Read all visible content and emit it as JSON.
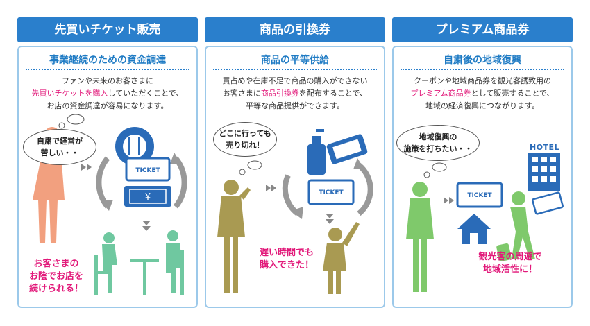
{
  "col1": {
    "header": "先買いチケット販売",
    "subtitle": "事業継続のための資金調達",
    "desc1": "ファンや未来のお客さまに",
    "desc2": "先買いチケットを購入",
    "desc2b": "していただくことで、",
    "desc3": "お店の資金調達が容易になります。",
    "bubble1": "自粛で経営が",
    "bubble2": "苦しい・・",
    "ticket": "TICKET",
    "yen": "¥",
    "result1": "お客さまの",
    "result2": "お陰でお店を",
    "result3": "続けられる！"
  },
  "col2": {
    "header": "商品の引換券",
    "subtitle": "商品の平等供給",
    "desc1": "買占めや在庫不足で商品の購入ができない",
    "desc2a": "お客さまに",
    "desc2": "商品引換券",
    "desc2b": "を配布することで、",
    "desc3": "平等な商品提供ができます。",
    "bubble1": "どこに行っても",
    "bubble2": "売り切れ！",
    "ticket": "TICKET",
    "result1": "遅い時間でも",
    "result2": "購入できた！"
  },
  "col3": {
    "header": "プレミアム商品券",
    "subtitle": "自粛後の地域復興",
    "desc1": "クーポンや地域商品券を観光客誘致用の",
    "desc2": "プレミアム商品券",
    "desc2b": "として販売することで、",
    "desc3": "地域の経済復興につながります。",
    "bubble1": "地域復興の",
    "bubble2": "施策を打ちたい・・",
    "hotel": "HOTEL",
    "ticket": "TICKET",
    "result1": "観光客の周遊で",
    "result2": "地域活性に！"
  },
  "colors": {
    "header": "#2a7fcc",
    "accent": "#e2197a",
    "border": "#9cc9ea"
  }
}
